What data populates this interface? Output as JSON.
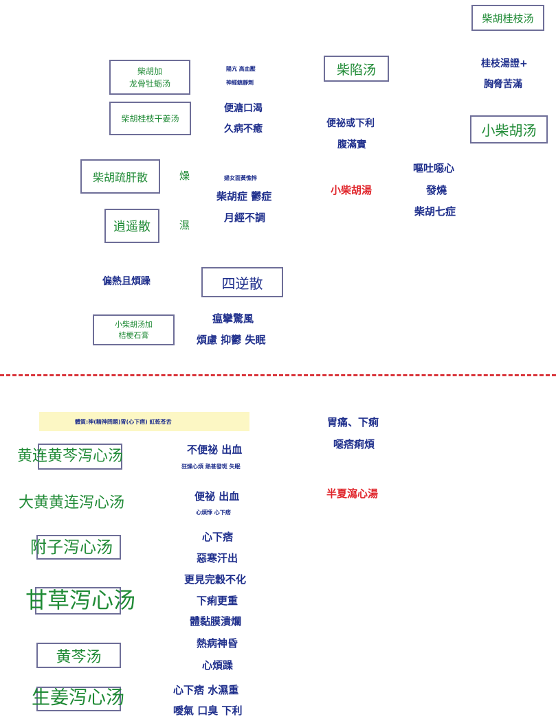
{
  "colors": {
    "green": "#1f8a35",
    "navy": "#1f2f8c",
    "red": "#e0252b",
    "box_border": "#6e6e98",
    "divider": "#d9343a",
    "highlight": "#fcf7c4"
  },
  "top": {
    "box_chaihu_guizhi": "柴胡桂枝汤",
    "guizhi_line1": "桂枝湯證+",
    "guizhi_line2": "胸脅苦滿",
    "box_xiao_chaihu_right": "小柴胡汤",
    "box_chaixian": "柴陷汤",
    "pianmi_line1": "便祕或下利",
    "pianmi_line2": "腹滿實",
    "box_longgu_line1": "柴胡加",
    "box_longgu_line2": "龙骨牡蛎汤",
    "longgu_note1": "陽亢 高血壓",
    "longgu_note2": "神經鎮靜劑",
    "box_guizhi_ganjiang": "柴胡桂枝干姜汤",
    "ganjiang_note1": "便溏口渴",
    "ganjiang_note2": "久病不癒",
    "box_shugan": "柴胡疏肝散",
    "zao": "燥",
    "box_xiaoyao": "逍遥散",
    "shi": "濕",
    "women_note": "婦女面黃憔悴",
    "women_line1": "柴胡症 鬱症",
    "women_line2": "月經不調",
    "center_red": "小柴胡湯",
    "right_line1": "嘔吐噁心",
    "right_line2": "發燒",
    "right_line3": "柴胡七症",
    "pianre": "偏熱且煩躁",
    "box_sini": "四逆散",
    "sini_line1": "瘟攣驚風",
    "sini_line2": "煩慮 抑鬱 失眠",
    "box_jiegeng_line1": "小柴胡汤加",
    "box_jiegeng_line2": "桔梗石膏"
  },
  "bottom": {
    "highlight_text": "體質:神(精神問題)胃(心下痞) 紅乾苍舌",
    "weitong_line1": "胃痛、下痢",
    "weitong_line2": "噁痞痢煩",
    "banxia_red": "半夏瀉心湯",
    "huanglian_huangqin": "黄连黄芩泻心汤",
    "hlhq_line1": "不便祕 出血",
    "hlhq_note": "狂燥心煩 熱甚發斑 失眠",
    "dahuang": "大黄黄连泻心汤",
    "dh_line1": "便祕 出血",
    "dh_note": "心煩悸 心下痞",
    "fuzi": "附子泻心汤",
    "fz_line1": "心下痞",
    "fz_line2": "惡寒汗出",
    "gancao": "甘草泻心汤",
    "gc_line1": "更見完穀不化",
    "gc_line2": "下痢更重",
    "gc_line3": "體黏膜潰爛",
    "huangqin": "黄芩汤",
    "hq_line1": "熱病神昏",
    "hq_line2": "心煩躁",
    "shengjiang": "生姜泻心汤",
    "sj_line1": "心下痞 水濕重",
    "sj_line2": "噯氣 口臭 下利"
  }
}
